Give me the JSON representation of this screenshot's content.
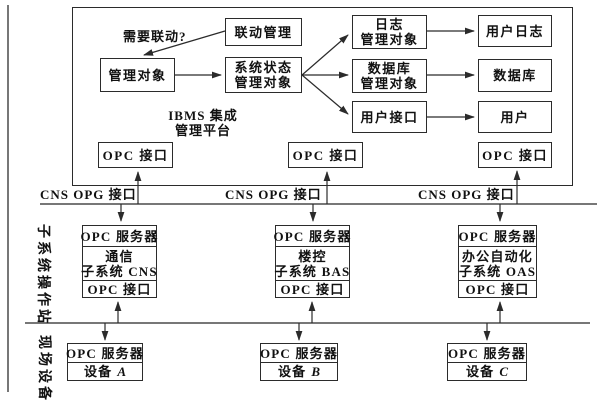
{
  "platform": {
    "name_line1": "IBMS 集成",
    "name_line2": "管理平台",
    "question": "需要联动?",
    "linkage": "联动管理",
    "mgmt_obj": "管理对象",
    "sys_status": {
      "line1": "系统状态",
      "line2": "管理对象"
    },
    "log_mgmt": {
      "line1": "日志",
      "line2": "管理对象"
    },
    "db_mgmt": {
      "line1": "数据库",
      "line2": "管理对象"
    },
    "user_if": "用户接口",
    "user_log": "用户日志",
    "database": "数据库",
    "user": "用户"
  },
  "common": {
    "opc_interface": "OPC 接口",
    "opc_server": "OPC 服务器",
    "bus_label": "CNS OPG 接口"
  },
  "layers": {
    "subsystem_label": "子系统操作站",
    "field_label": "现场设备"
  },
  "subsystems": [
    {
      "line1": "通信",
      "line2": "子系统 CNS"
    },
    {
      "line1": "楼控",
      "line2": "子系统 BAS"
    },
    {
      "line1": "办公自动化",
      "line2": "子系统 OAS"
    }
  ],
  "devices": [
    {
      "prefix": "设备",
      "id": "A"
    },
    {
      "prefix": "设备",
      "id": "B"
    },
    {
      "prefix": "设备",
      "id": "C"
    }
  ],
  "colors": {
    "line": "#3a3a3a",
    "bus": "#4a4a4a",
    "text": "#111111",
    "background": "#ffffff"
  }
}
